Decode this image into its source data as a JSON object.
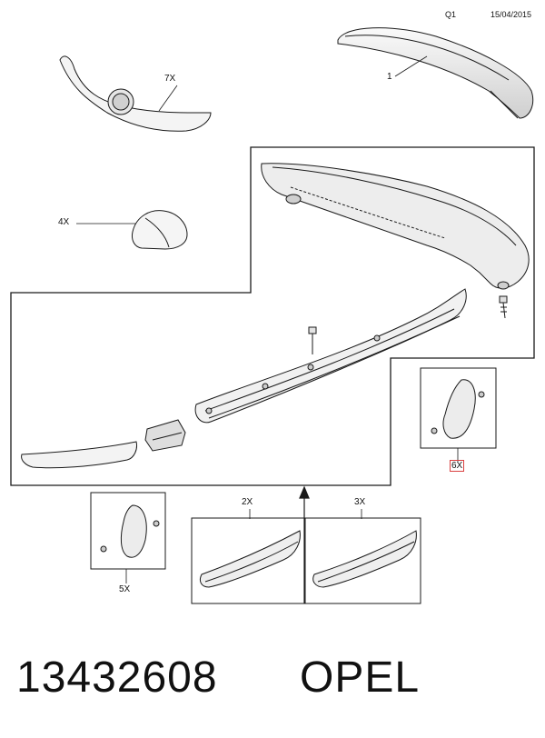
{
  "header": {
    "quarter": "Q1",
    "date": "15/04/2015"
  },
  "callouts": {
    "spoiler": "1",
    "grille": "7X",
    "mirror_cap": "4X",
    "mudflap_front": "5X",
    "mudflap_rear": "6X",
    "sill_front": "2X",
    "sill_rear": "3X"
  },
  "footer": {
    "part_number": "13432608",
    "brand": "OPEL"
  },
  "colors": {
    "line": "#1a1a1a",
    "part_fill": "#f2f2f2",
    "part_shade": "#c9c9c9",
    "highlight_border": "#d94040"
  }
}
